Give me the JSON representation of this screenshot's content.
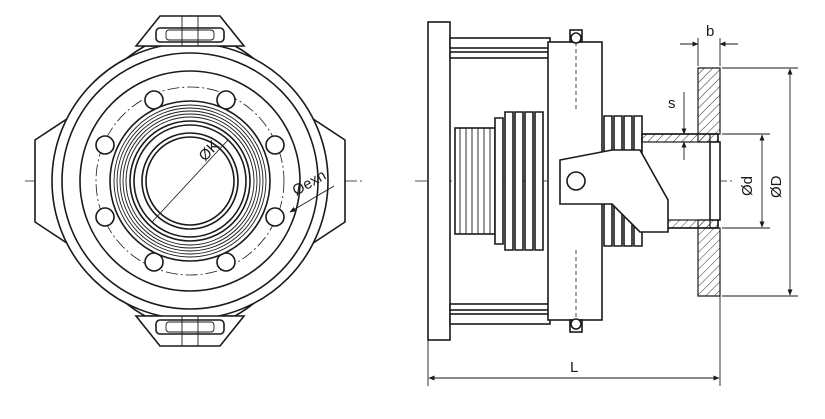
{
  "labels": {
    "dia_k": "ØK",
    "dia_exn": "Øexn",
    "b": "b",
    "s": "s",
    "dia_d": "Ød",
    "dia_D": "ØD",
    "L": "L"
  }
}
